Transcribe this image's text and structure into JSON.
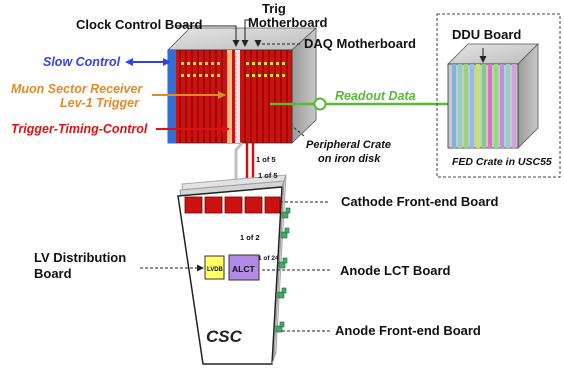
{
  "labels": {
    "clock_control_board": "Clock Control Board",
    "trig_line1": "Trig",
    "trig_line2": "Motherboard",
    "daq_motherboard": "DAQ Motherboard",
    "slow_control": "Slow Control",
    "muon_line1": "Muon Sector Receiver",
    "muon_line2": "Lev-1 Trigger",
    "ttc": "Trigger-Timing-Control",
    "peripheral_line1": "Peripheral Crate",
    "peripheral_line2": "on iron disk",
    "readout_data": "Readout Data",
    "ddu_board": "DDU Board",
    "fed_crate": "FED Crate in USC55",
    "one_of_five_a": "1 of 5",
    "one_of_five_b": "1 of 5",
    "cathode_fe_board": "Cathode Front-end Board",
    "lv_line1": "LV Distribution",
    "lv_line2": "Board",
    "one_of_two": "1 of 2",
    "one_of_24": "1 of 24",
    "anode_lct_board": "Anode LCT Board",
    "lvdb": "LVDB",
    "alct": "ALCT",
    "anode_fe_board": "Anode Front-end Board",
    "csc": "CSC"
  },
  "colors": {
    "crate_red": "#cc1111",
    "slow_control_blue": "#3344dd",
    "muon_orange": "#e08a2a",
    "ttc_red": "#dd1111",
    "readout_green": "#55bb33",
    "alct_purple": "#b38ae6",
    "lvdb_yellow": "#ffff66",
    "anode_green": "#44aa66"
  }
}
